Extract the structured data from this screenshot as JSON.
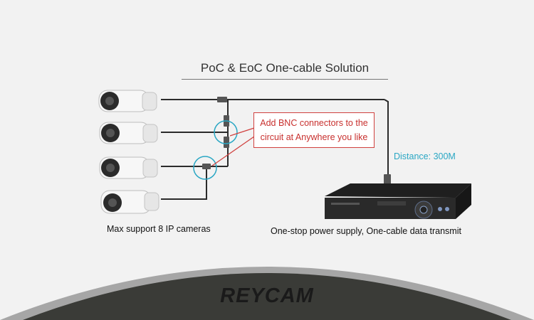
{
  "diagram": {
    "title": "PoC & EoC One-cable Solution",
    "callout": {
      "line1": "Add BNC connectors to the",
      "line2": "circuit at Anywhere you like"
    },
    "distance_label": "Distance: 300M",
    "left_caption": "Max support 8 IP cameras",
    "right_caption": "One-stop power supply, One-cable data transmit"
  },
  "footer": {
    "brand": "REYCAM"
  },
  "colors": {
    "callout_red": "#c8302e",
    "highlight_cyan": "#2aa7c4",
    "footer_dark": "#3a3b37",
    "footer_rim": "#a6a6a6"
  },
  "icons": [
    "bullet-camera-icon",
    "dvr-recorder-icon",
    "bnc-connector-icon"
  ]
}
